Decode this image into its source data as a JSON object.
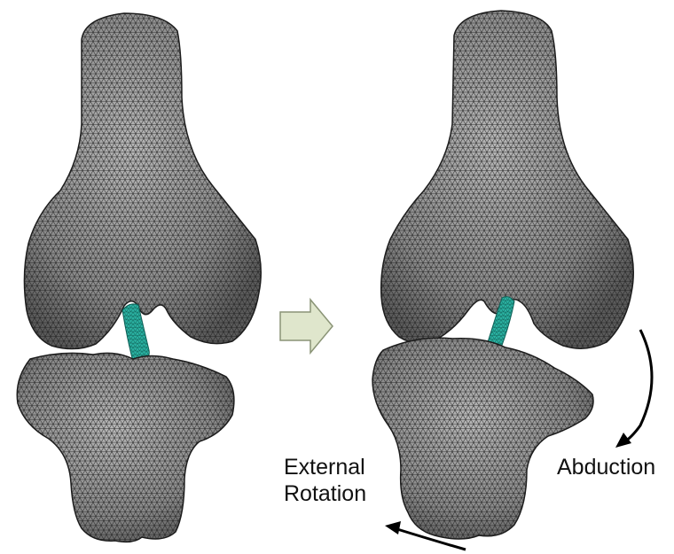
{
  "labels": {
    "external_rotation_line1": "External",
    "external_rotation_line2": "Rotation",
    "abduction": "Abduction"
  },
  "colors": {
    "bone_fill": "#8e8e8e",
    "bone_edge": "#1c1c1c",
    "ligament": "#2bb3a3",
    "arrow_fill": "#dfe6cc",
    "arrow_stroke": "#8a9476",
    "curved_arrow": "#000000"
  },
  "icons": {
    "transition": "right-block-arrow-icon",
    "abduction_motion": "curved-arrow-clockwise-icon",
    "external_rotation_motion": "curved-arrow-left-icon"
  }
}
